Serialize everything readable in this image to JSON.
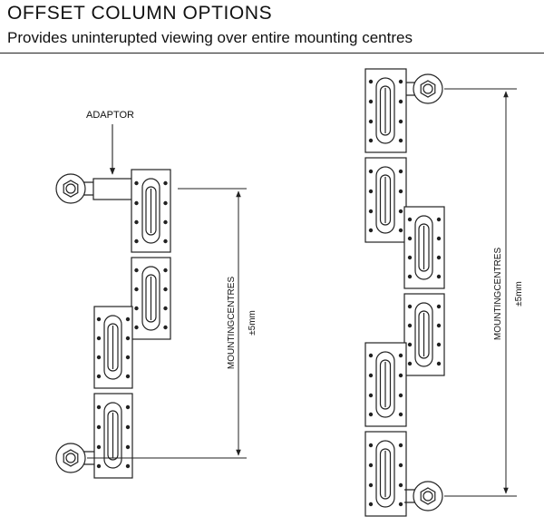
{
  "header": {
    "title": "OFFSET  COLUMN  OPTIONS",
    "subtitle": "Provides uninterupted viewing over entire mounting centres"
  },
  "diagram_left": {
    "adaptor_label": "ADAPTOR",
    "dimension_label": "MOUNTINGCENTRES",
    "tolerance_label": "±5mm"
  },
  "diagram_right": {
    "dimension_label": "MOUNTINGCENTRES",
    "tolerance_label": "±5mm"
  },
  "colors": {
    "line": "#222222",
    "fill": "#ffffff"
  }
}
